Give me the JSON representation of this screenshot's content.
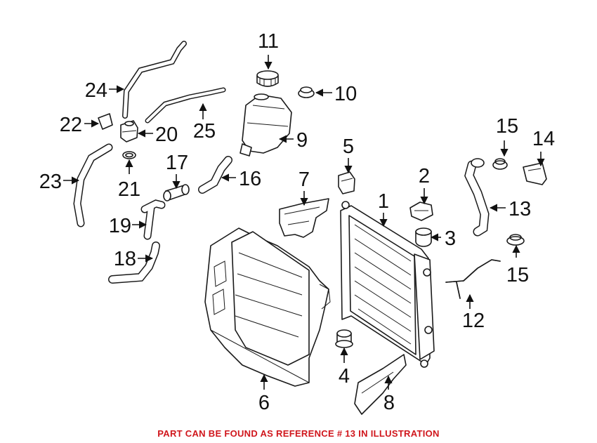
{
  "callouts": {
    "c1": "1",
    "c2": "2",
    "c3": "3",
    "c4": "4",
    "c5": "5",
    "c6": "6",
    "c7": "7",
    "c8": "8",
    "c9": "9",
    "c10": "10",
    "c11": "11",
    "c12": "12",
    "c13": "13",
    "c14": "14",
    "c15a": "15",
    "c15b": "15",
    "c16": "16",
    "c17": "17",
    "c18": "18",
    "c19": "19",
    "c20": "20",
    "c21": "21",
    "c22": "22",
    "c23": "23",
    "c24": "24",
    "c25": "25"
  },
  "footer": {
    "note": "PART CAN BE FOUND AS REFERENCE # 13 IN ILLUSTRATION",
    "note_color": "#d0161c"
  }
}
